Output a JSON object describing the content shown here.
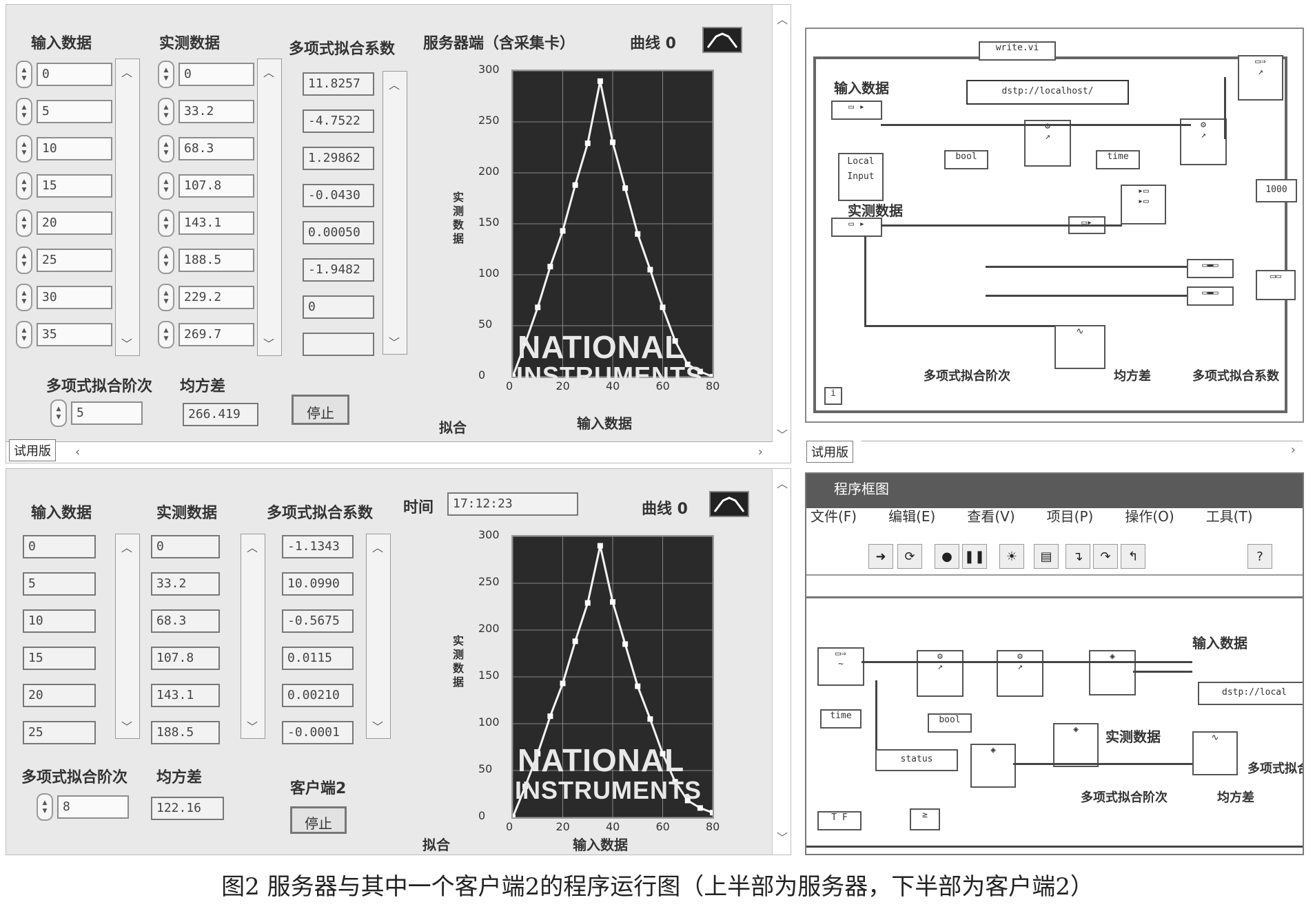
{
  "server": {
    "labels": {
      "input": "输入数据",
      "measured": "实测数据",
      "coeff": "多项式拟合系数",
      "source": "服务器端（含采集卡）",
      "curve": "曲线 0",
      "order": "多项式拟合阶次",
      "mse": "均方差",
      "stop": "停止",
      "tab": "试用版",
      "ylabel": "实测数据",
      "xlabel": "输入数据",
      "fit": "拟合"
    },
    "inputs": [
      "0",
      "5",
      "10",
      "15",
      "20",
      "25",
      "30",
      "35"
    ],
    "measured": [
      "0",
      "33.2",
      "68.3",
      "107.8",
      "143.1",
      "188.5",
      "229.2",
      "269.7"
    ],
    "coeffs": [
      "11.8257",
      "-4.7522",
      "1.29862",
      "-0.0430",
      "0.00050",
      "-1.9482",
      "0",
      ""
    ],
    "order_value": "5",
    "mse_value": "266.419"
  },
  "client": {
    "labels": {
      "input": "输入数据",
      "measured": "实测数据",
      "coeff": "多项式拟合系数",
      "time_label": "时间",
      "curve": "曲线 0",
      "order": "多项式拟合阶次",
      "mse": "均方差",
      "client_name": "客户端2",
      "stop": "停止",
      "ylabel": "实测数据",
      "xlabel": "输入数据",
      "fit": "拟合"
    },
    "time_value": "17:12:23",
    "inputs": [
      "0",
      "5",
      "10",
      "15",
      "20",
      "25"
    ],
    "measured": [
      "0",
      "33.2",
      "68.3",
      "107.8",
      "143.1",
      "188.5"
    ],
    "coeffs": [
      "-1.1343",
      "10.0990",
      "-0.5675",
      "0.0115",
      "0.00210",
      "-0.0001"
    ],
    "order_value": "8",
    "mse_value": "122.16"
  },
  "chart": {
    "y_ticks": [
      "0",
      "50",
      "100",
      "150",
      "200",
      "250",
      "300"
    ],
    "x_ticks": [
      "0",
      "20",
      "40",
      "60",
      "80"
    ],
    "watermark1": "NATIONAL",
    "watermark2": "INSTRUMENTS"
  },
  "server_diagram": {
    "file_node": "write.vi",
    "url_node": "dstp://localhost/",
    "input_label": "输入数据",
    "local_node": "Local",
    "local_node2": "Input",
    "measured_label": "实测数据",
    "const_1000": "1000",
    "bool_node": "bool",
    "time_node": "time",
    "label_order": "多项式拟合阶次",
    "label_mse": "均方差",
    "label_coeff": "多项式拟合系数",
    "iter": "i",
    "tab": "试用版"
  },
  "client_window": {
    "title": "程序框图",
    "menu": [
      "文件(F)",
      "编辑(E)",
      "查看(V)",
      "项目(P)",
      "操作(O)",
      "工具(T)"
    ],
    "input_label": "输入数据",
    "url_node": "dstp://local",
    "time_node": "time",
    "bool_node": "bool",
    "status_node": "status",
    "measured_label": "实测数据",
    "label_order": "多项式拟合阶次",
    "label_mse": "均方差",
    "label_coeff": "多项式拟合",
    "tf_node": "T F"
  },
  "caption": "图2   服务器与其中一个客户端2的程序运行图（上半部为服务器，下半部为客户端2）",
  "chart_data": [
    {
      "type": "line",
      "x": [
        0,
        5,
        10,
        15,
        20,
        25,
        30,
        35,
        40,
        45,
        50,
        55,
        60,
        65,
        70,
        75,
        80
      ],
      "y": [
        0,
        33,
        68,
        108,
        143,
        188,
        229,
        290,
        230,
        185,
        140,
        105,
        68,
        35,
        12,
        5,
        0
      ],
      "xlabel": "输入数据",
      "ylabel": "实测数据",
      "xlim": [
        0,
        80
      ],
      "ylim": [
        0,
        300
      ],
      "grid": true
    },
    {
      "type": "line",
      "x": [
        0,
        5,
        10,
        15,
        20,
        25,
        30,
        35,
        40,
        45,
        50,
        55,
        60,
        65,
        70,
        75,
        80
      ],
      "y": [
        0,
        33,
        68,
        108,
        143,
        188,
        229,
        290,
        230,
        185,
        140,
        105,
        68,
        38,
        18,
        10,
        5
      ],
      "xlabel": "输入数据",
      "ylabel": "实测数据",
      "xlim": [
        0,
        80
      ],
      "ylim": [
        0,
        300
      ],
      "grid": true
    }
  ]
}
